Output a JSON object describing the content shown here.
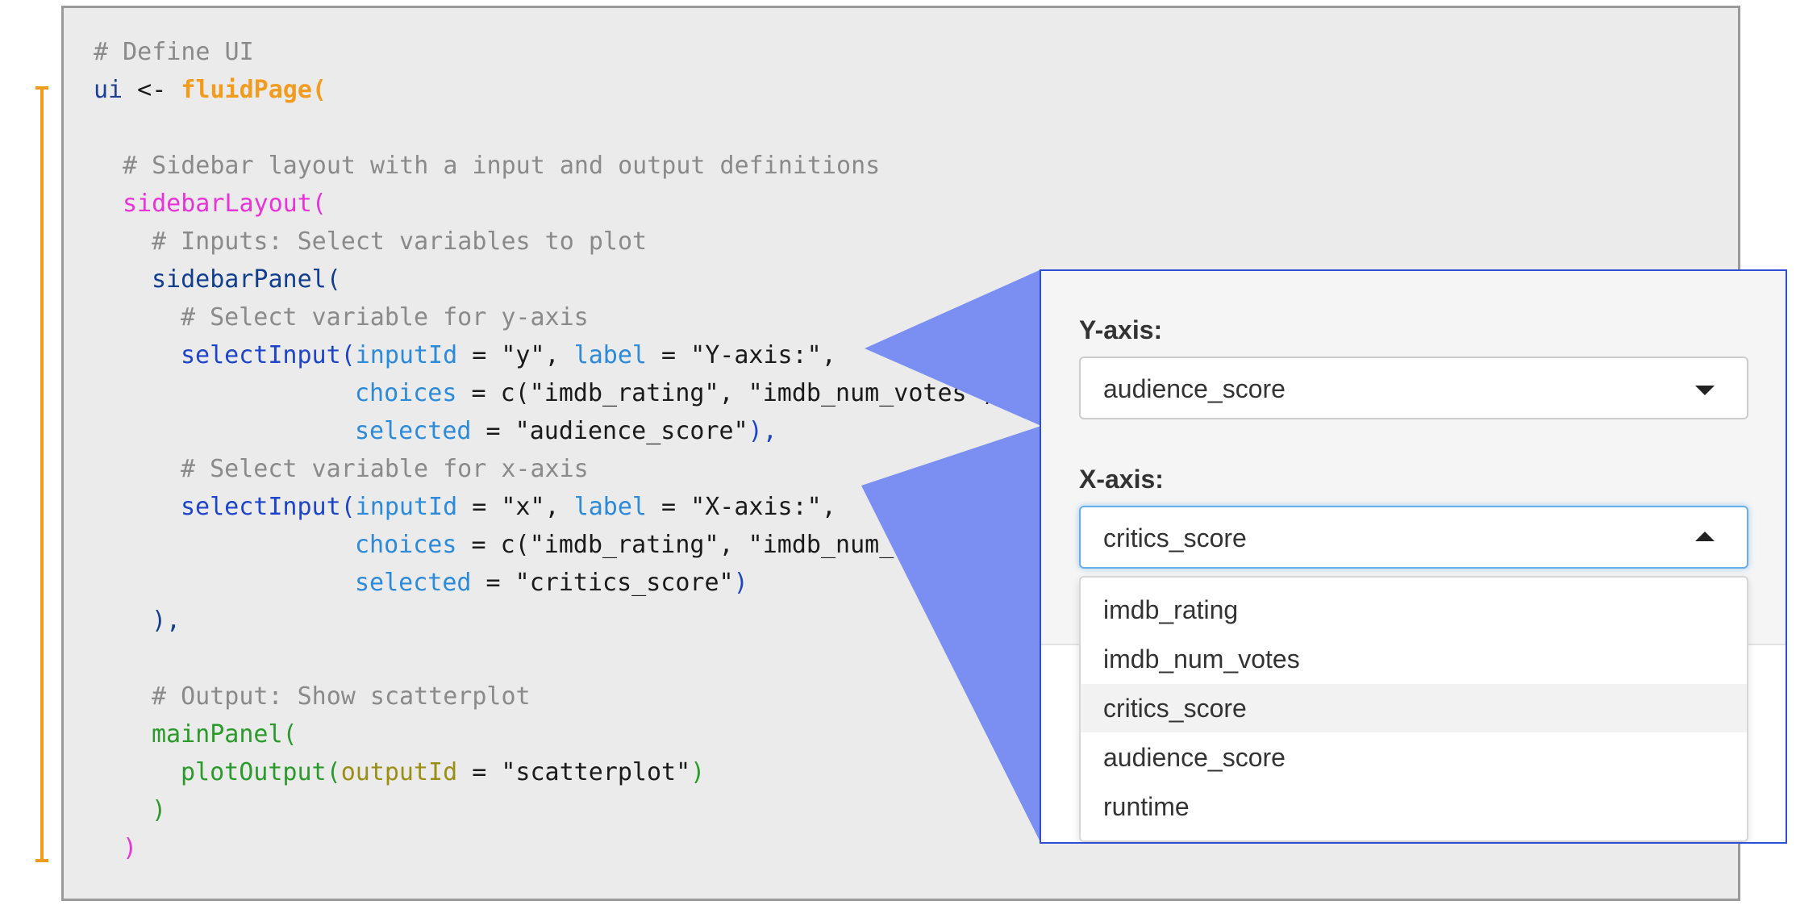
{
  "code": {
    "l1_comment": "# Define UI",
    "l2_var": "ui",
    "l2_op": " <- ",
    "l2_fn": "fluidPage(",
    "l4_comment": "# Sidebar layout with a input and output definitions",
    "l5_fn": "sidebarLayout(",
    "l6_comment": "# Inputs: Select variables to plot",
    "l7_fn": "sidebarPanel(",
    "l8_comment": "# Select variable for y-axis",
    "l9_fn": "selectInput(",
    "l9_arg1": "inputId",
    "l9_eq1": " = \"y\", ",
    "l9_arg2": "label",
    "l9_eq2": " = \"Y-axis:\",",
    "l10_arg": "choices",
    "l10_rest": " = c(\"imdb_rating\", \"imdb_num_votes\", \"c",
    "l11_arg": "selected",
    "l11_rest": " = \"audience_score\"",
    "l11_close": "),",
    "l12_comment": "# Select variable for x-axis",
    "l13_fn": "selectInput(",
    "l13_arg1": "inputId",
    "l13_eq1": " = \"x\", ",
    "l13_arg2": "label",
    "l13_eq2": " = \"X-axis:\",",
    "l14_arg": "choices",
    "l14_rest": " = c(\"imdb_rating\", \"imdb_num_votes\", \"c",
    "l15_arg": "selected",
    "l15_rest": " = \"critics_score\"",
    "l15_close": ")",
    "l16_close": "),",
    "l18_comment": "# Output: Show scatterplot",
    "l19_fn": "mainPanel(",
    "l20_fn": "plotOutput(",
    "l20_arg": "outputId",
    "l20_rest": " = \"scatterplot\"",
    "l20_close": ")",
    "l21_close": ")",
    "l22_close": ")"
  },
  "preview": {
    "y_label": "Y-axis:",
    "y_selected": "audience_score",
    "x_label": "X-axis:",
    "x_selected": "critics_score",
    "options": [
      "imdb_rating",
      "imdb_num_votes",
      "critics_score",
      "audience_score",
      "runtime"
    ],
    "active_option": "critics_score"
  },
  "colors": {
    "orange_bracket": "#f29c1f",
    "magenta_bracket": "#e833d8",
    "navy_bracket": "#123e8f",
    "blue_bracket": "#1d44c9",
    "callout": "#7b8ff2",
    "panel_border": "#2d4fd6"
  },
  "icons": [
    "caret-down-icon",
    "caret-up-icon"
  ]
}
